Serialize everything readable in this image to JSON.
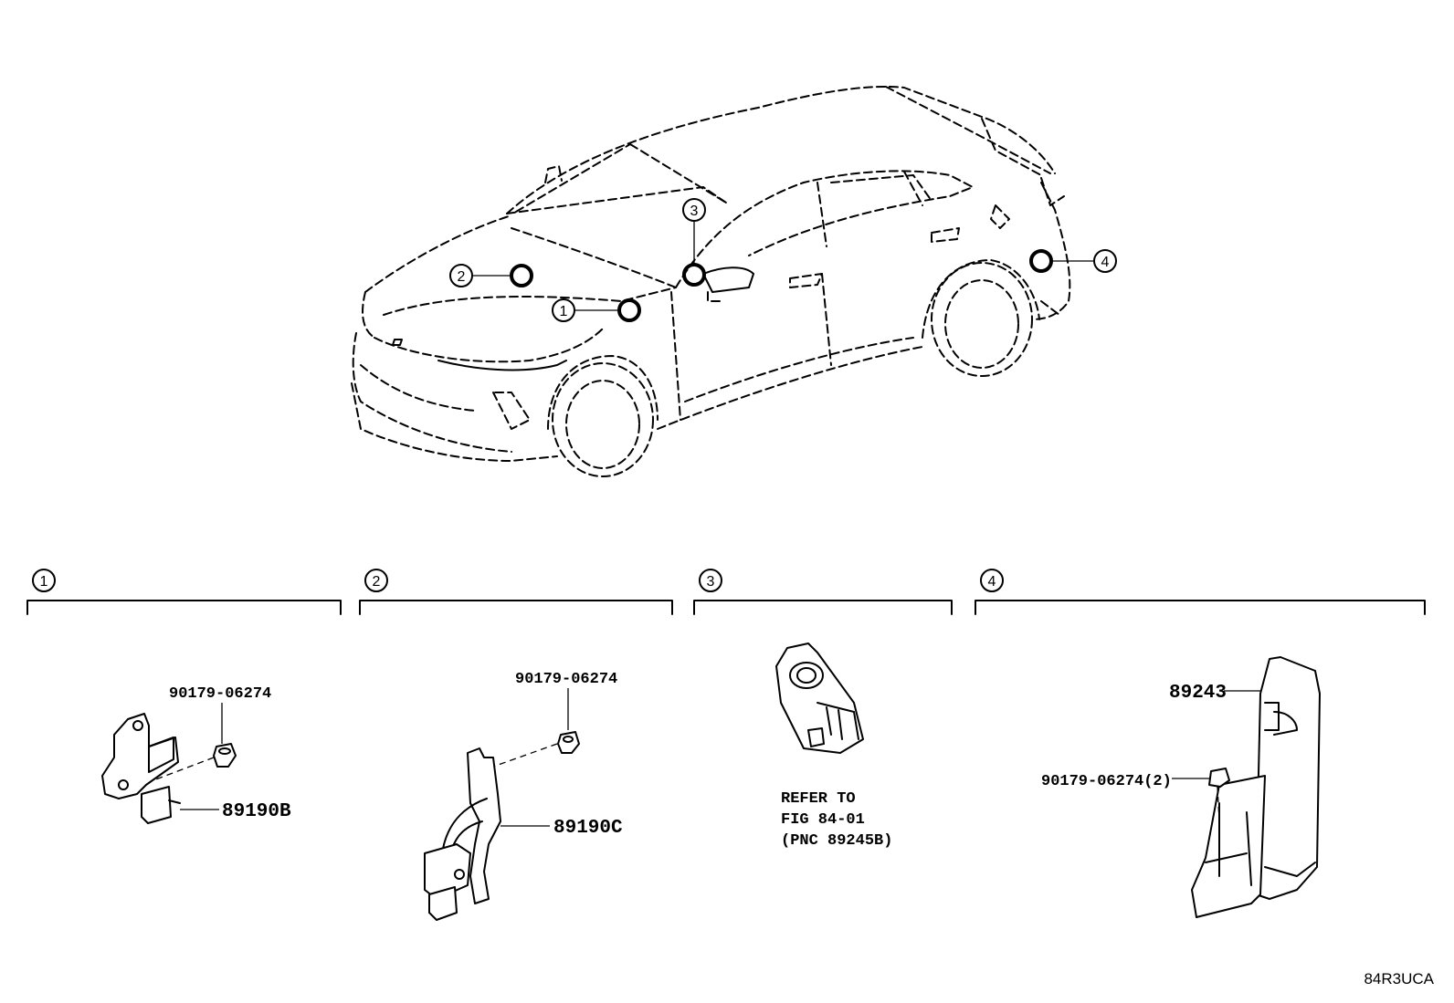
{
  "callouts": {
    "c1": "1",
    "c2": "2",
    "c3": "3",
    "c4": "4"
  },
  "sections": [
    {
      "number": "1"
    },
    {
      "number": "2"
    },
    {
      "number": "3"
    },
    {
      "number": "4"
    }
  ],
  "parts": {
    "s1_nut": "90179-06274",
    "s1_sensor": "89190B",
    "s2_nut": "90179-06274",
    "s2_sensor": "89190C",
    "s3_ref_line1": "REFER TO",
    "s3_ref_line2": "FIG 84-01",
    "s3_ref_line3": "(PNC 89245B)",
    "s4_sensor": "89243",
    "s4_nut": "90179-06274(2)"
  },
  "diagram_code": "84R3UCA"
}
